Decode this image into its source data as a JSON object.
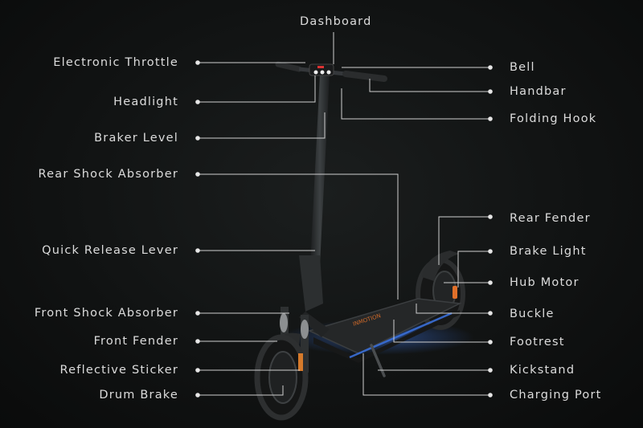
{
  "title": "Dashboard",
  "left_labels": [
    "Electronic Throttle",
    "Headlight",
    "Braker Level",
    "Rear Shock Absorber",
    "Quick Release Lever",
    "Front Shock Absorber",
    "Front Fender",
    "Reflective Sticker",
    "Drum Brake"
  ],
  "right_labels": [
    "Bell",
    "Handbar",
    "Folding Hook",
    "Rear Fender",
    "Brake Light",
    "Hub Motor",
    "Buckle",
    "Footrest",
    "Kickstand",
    "Charging Port"
  ],
  "deck_brand": "INMOTION",
  "colors": {
    "line": "#cfcfcf",
    "ambient": "#3a6fd8",
    "tail": "#e0702a"
  }
}
